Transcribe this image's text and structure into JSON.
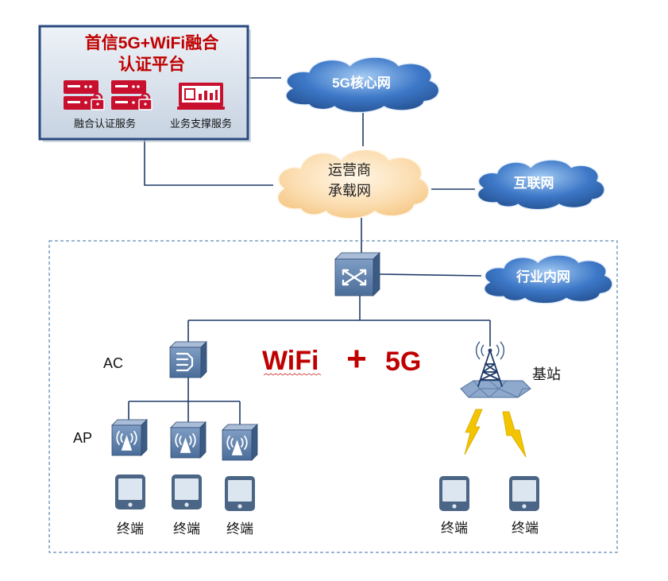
{
  "platform": {
    "title_line1": "首信5G+WiFi融合",
    "title_line2": "认证平台",
    "services": [
      {
        "label": "融合认证服务",
        "icon": "server-lock-icon"
      },
      {
        "label": "业务支撑服务",
        "icon": "monitor-chart-icon"
      }
    ]
  },
  "clouds": {
    "core": "5G核心网",
    "carrier_line1": "运营商",
    "carrier_line2": "承载网",
    "internet": "互联网",
    "industry": "行业内网"
  },
  "devices": {
    "router_icon": "router-icon",
    "ac_label": "AC",
    "ap_label": "AP",
    "base_station_label": "基站",
    "terminals": [
      "终端",
      "终端",
      "终端",
      "终端",
      "终端"
    ]
  },
  "center_text": {
    "wifi": "WiFi",
    "plus": "+",
    "fiveg": "5G"
  },
  "colors": {
    "accent": "#c00000",
    "line": "#1f3a68",
    "device": "#4a6d99",
    "bolt": "#f2c500",
    "blue_cloud": "#3d78c8",
    "carrier_cloud": "#fbdcae",
    "platform_border": "#2a4a80"
  }
}
